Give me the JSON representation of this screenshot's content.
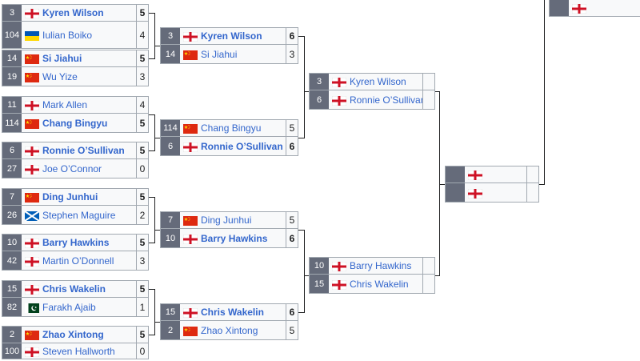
{
  "rounds": [
    {
      "matches": [
        {
          "players": [
            {
              "seed": "3",
              "flag": "eng",
              "name": "Kyren Wilson",
              "score": "5",
              "winner": true
            },
            {
              "seed": "104",
              "flag": "ukr",
              "name": "Iulian Boiko",
              "score": "4",
              "winner": false
            }
          ]
        },
        {
          "players": [
            {
              "seed": "14",
              "flag": "chn",
              "name": "Si Jiahui",
              "score": "5",
              "winner": true
            },
            {
              "seed": "19",
              "flag": "chn",
              "name": "Wu Yize",
              "score": "3",
              "winner": false
            }
          ]
        },
        {
          "players": [
            {
              "seed": "11",
              "flag": "eng",
              "name": "Mark Allen",
              "score": "4",
              "winner": false
            },
            {
              "seed": "114",
              "flag": "chn",
              "name": "Chang Bingyu",
              "score": "5",
              "winner": true
            }
          ]
        },
        {
          "players": [
            {
              "seed": "6",
              "flag": "eng",
              "name": "Ronnie O’Sullivan",
              "score": "5",
              "winner": true
            },
            {
              "seed": "27",
              "flag": "eng",
              "name": "Joe O’Connor",
              "score": "0",
              "winner": false
            }
          ]
        },
        {
          "players": [
            {
              "seed": "7",
              "flag": "chn",
              "name": "Ding Junhui",
              "score": "5",
              "winner": true
            },
            {
              "seed": "26",
              "flag": "sco",
              "name": "Stephen Maguire",
              "score": "2",
              "winner": false
            }
          ]
        },
        {
          "players": [
            {
              "seed": "10",
              "flag": "eng",
              "name": "Barry Hawkins",
              "score": "5",
              "winner": true
            },
            {
              "seed": "42",
              "flag": "eng",
              "name": "Martin O’Donnell",
              "score": "3",
              "winner": false
            }
          ]
        },
        {
          "players": [
            {
              "seed": "15",
              "flag": "eng",
              "name": "Chris Wakelin",
              "score": "5",
              "winner": true
            },
            {
              "seed": "82",
              "flag": "pak",
              "name": "Farakh Ajaib",
              "score": "1",
              "winner": false
            }
          ]
        },
        {
          "players": [
            {
              "seed": "2",
              "flag": "chn",
              "name": "Zhao Xintong",
              "score": "5",
              "winner": true
            },
            {
              "seed": "100",
              "flag": "eng",
              "name": "Steven Hallworth",
              "score": "0",
              "winner": false
            }
          ]
        }
      ]
    },
    {
      "matches": [
        {
          "players": [
            {
              "seed": "3",
              "flag": "eng",
              "name": "Kyren Wilson",
              "score": "6",
              "winner": true
            },
            {
              "seed": "14",
              "flag": "chn",
              "name": "Si Jiahui",
              "score": "3",
              "winner": false
            }
          ]
        },
        {
          "players": [
            {
              "seed": "114",
              "flag": "chn",
              "name": "Chang Bingyu",
              "score": "5",
              "winner": false
            },
            {
              "seed": "6",
              "flag": "eng",
              "name": "Ronnie O’Sullivan",
              "score": "6",
              "winner": true
            }
          ]
        },
        {
          "players": [
            {
              "seed": "7",
              "flag": "chn",
              "name": "Ding Junhui",
              "score": "5",
              "winner": false
            },
            {
              "seed": "10",
              "flag": "eng",
              "name": "Barry Hawkins",
              "score": "6",
              "winner": true
            }
          ]
        },
        {
          "players": [
            {
              "seed": "15",
              "flag": "eng",
              "name": "Chris Wakelin",
              "score": "6",
              "winner": true
            },
            {
              "seed": "2",
              "flag": "chn",
              "name": "Zhao Xintong",
              "score": "5",
              "winner": false
            }
          ]
        }
      ]
    },
    {
      "matches": [
        {
          "players": [
            {
              "seed": "3",
              "flag": "eng",
              "name": "Kyren Wilson",
              "score": "",
              "winner": false
            },
            {
              "seed": "6",
              "flag": "eng",
              "name": "Ronnie O’Sullivan",
              "score": "",
              "winner": false
            }
          ]
        },
        {
          "players": [
            {
              "seed": "10",
              "flag": "eng",
              "name": "Barry Hawkins",
              "score": "",
              "winner": false
            },
            {
              "seed": "15",
              "flag": "eng",
              "name": "Chris Wakelin",
              "score": "",
              "winner": false
            }
          ]
        }
      ]
    },
    {
      "matches": [
        {
          "players": [
            {
              "seed": "",
              "flag": "eng",
              "name": "",
              "score": "",
              "winner": false
            },
            {
              "seed": "",
              "flag": "eng",
              "name": "",
              "score": "",
              "winner": false
            }
          ]
        }
      ]
    },
    {
      "matches": [
        {
          "players": [
            {
              "seed": "",
              "flag": "eng",
              "name": "",
              "score": "",
              "winner": false
            }
          ]
        }
      ]
    }
  ]
}
